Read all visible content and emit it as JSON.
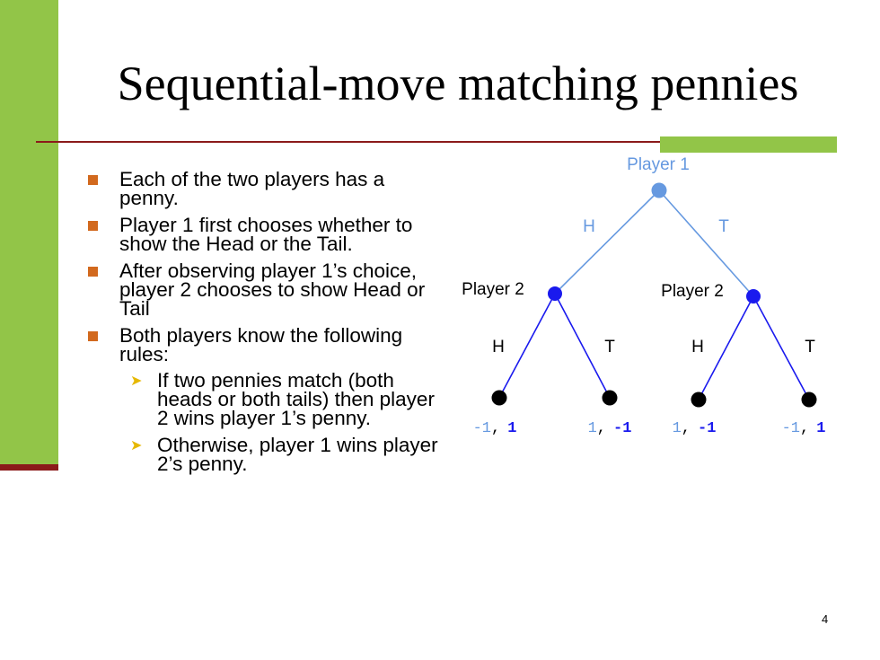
{
  "colors": {
    "green": "#92c548",
    "dark_red": "#8b1a1a",
    "bullet_orange": "#d2691e",
    "arrow_yellow": "#e6b800",
    "light_blue": "#6699e0",
    "dark_blue": "#1a1aee"
  },
  "slide": {
    "title": "Sequential-move matching pennies",
    "page_number": "4"
  },
  "bullets": [
    {
      "text": "Each of the two players has a penny."
    },
    {
      "text": "Player 1 first chooses whether to show the Head or the Tail."
    },
    {
      "text": "After observing player 1’s choice, player 2 chooses to show Head or Tail"
    },
    {
      "text": "Both players know the following rules:"
    }
  ],
  "sub_bullets": [
    {
      "text": "If two pennies match (both heads or both tails) then player 2 wins player 1’s penny."
    },
    {
      "text": "Otherwise, player 1 wins player 2’s penny."
    }
  ],
  "tree": {
    "root_label": "Player 1",
    "root_left_edge": "H",
    "root_right_edge": "T",
    "left_node_label": "Player 2",
    "right_node_label": "Player 2",
    "left_node_left_edge": "H",
    "left_node_right_edge": "T",
    "right_node_left_edge": "H",
    "right_node_right_edge": "T",
    "payoffs": [
      {
        "p1": "-1",
        "sep": ",",
        "p2": "1"
      },
      {
        "p1": "1",
        "sep": ",",
        "p2": "-1"
      },
      {
        "p1": "1",
        "sep": ",",
        "p2": "-1"
      },
      {
        "p1": "-1",
        "sep": ",",
        "p2": "1"
      }
    ]
  }
}
